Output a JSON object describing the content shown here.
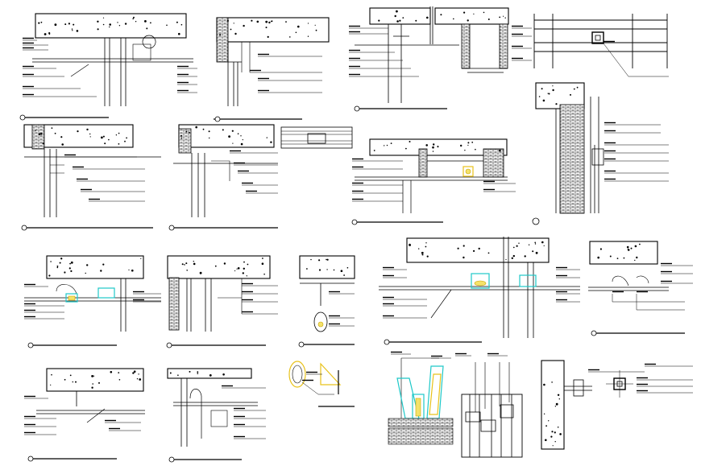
{
  "sheet": {
    "description_visible": false,
    "details": [
      {
        "id": "detail-1"
      },
      {
        "id": "detail-2"
      },
      {
        "id": "detail-3"
      },
      {
        "id": "detail-4"
      },
      {
        "id": "detail-5"
      },
      {
        "id": "detail-6"
      },
      {
        "id": "detail-7"
      },
      {
        "id": "detail-8"
      },
      {
        "id": "detail-9"
      },
      {
        "id": "detail-10"
      },
      {
        "id": "detail-11"
      },
      {
        "id": "detail-12"
      },
      {
        "id": "detail-13"
      },
      {
        "id": "detail-14"
      },
      {
        "id": "detail-15"
      },
      {
        "id": "detail-16"
      },
      {
        "id": "detail-17"
      },
      {
        "id": "detail-18"
      },
      {
        "id": "detail-19"
      },
      {
        "id": "detail-20"
      }
    ],
    "colors": {
      "ink": "#000000",
      "background": "#ffffff",
      "fixture_cyan": "#1ec8c8",
      "fixture_yellow": "#e8c21a"
    }
  }
}
